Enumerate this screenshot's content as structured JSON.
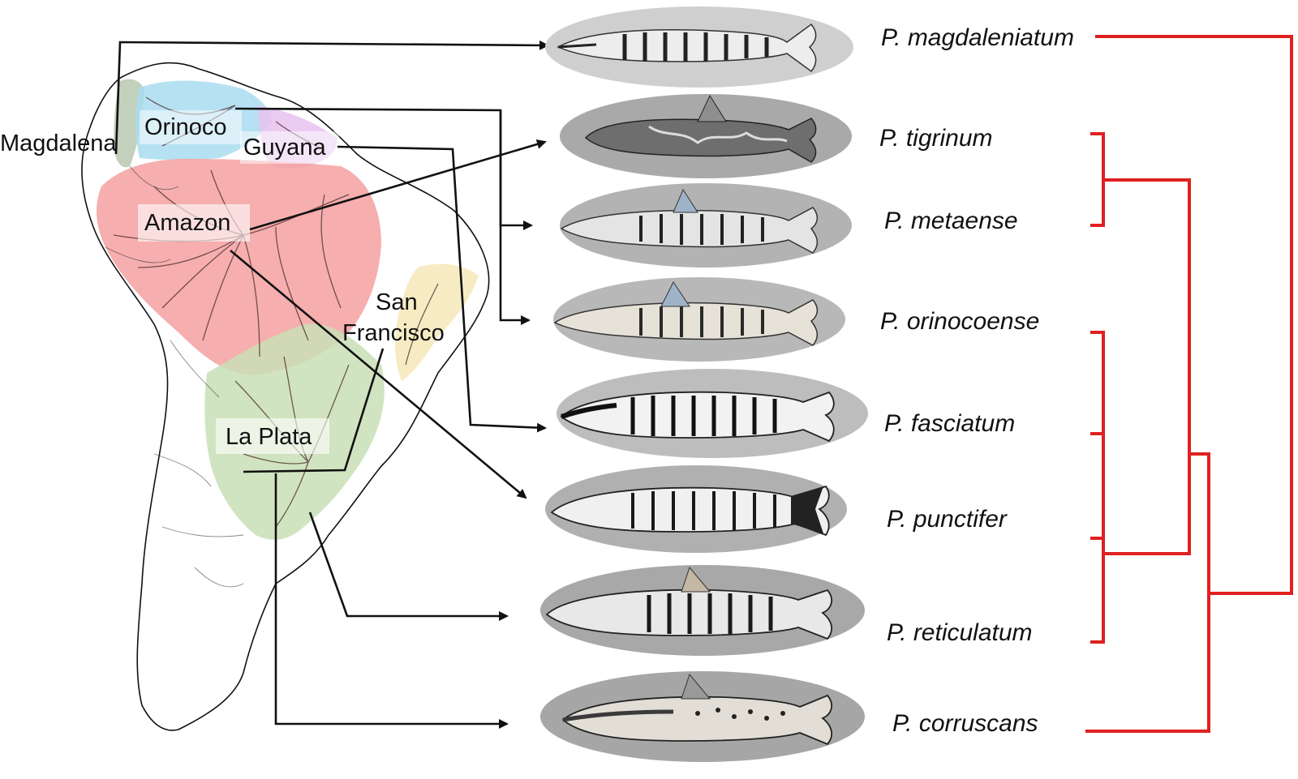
{
  "regions": {
    "magdalena": "Magdalena",
    "orinoco": "Orinoco",
    "guyana": "Guyana",
    "amazon": "Amazon",
    "san_francisco_line1": "San",
    "san_francisco_line2": "Francisco",
    "la_plata": "La Plata"
  },
  "species": [
    "P. magdaleniatum",
    "P. tigrinum",
    "P. metaense",
    "P. orinocoense",
    "P. fasciatum",
    "P. punctifer",
    "P. reticulatum",
    "P. corruscans"
  ],
  "colors": {
    "tree": "#e02020",
    "arrow": "#111111",
    "magdalena_basin": "#b9c9b0",
    "orinoco_basin": "#a9dcf0",
    "guyana_basin": "#e7c2ee",
    "amazon_basin": "#f4a0a0",
    "san_francisco_basin": "#f6e8b8",
    "la_plata_basin": "#c9dfb6",
    "oval": "#c8c8c8"
  },
  "icons": [
    "fish-icon"
  ]
}
